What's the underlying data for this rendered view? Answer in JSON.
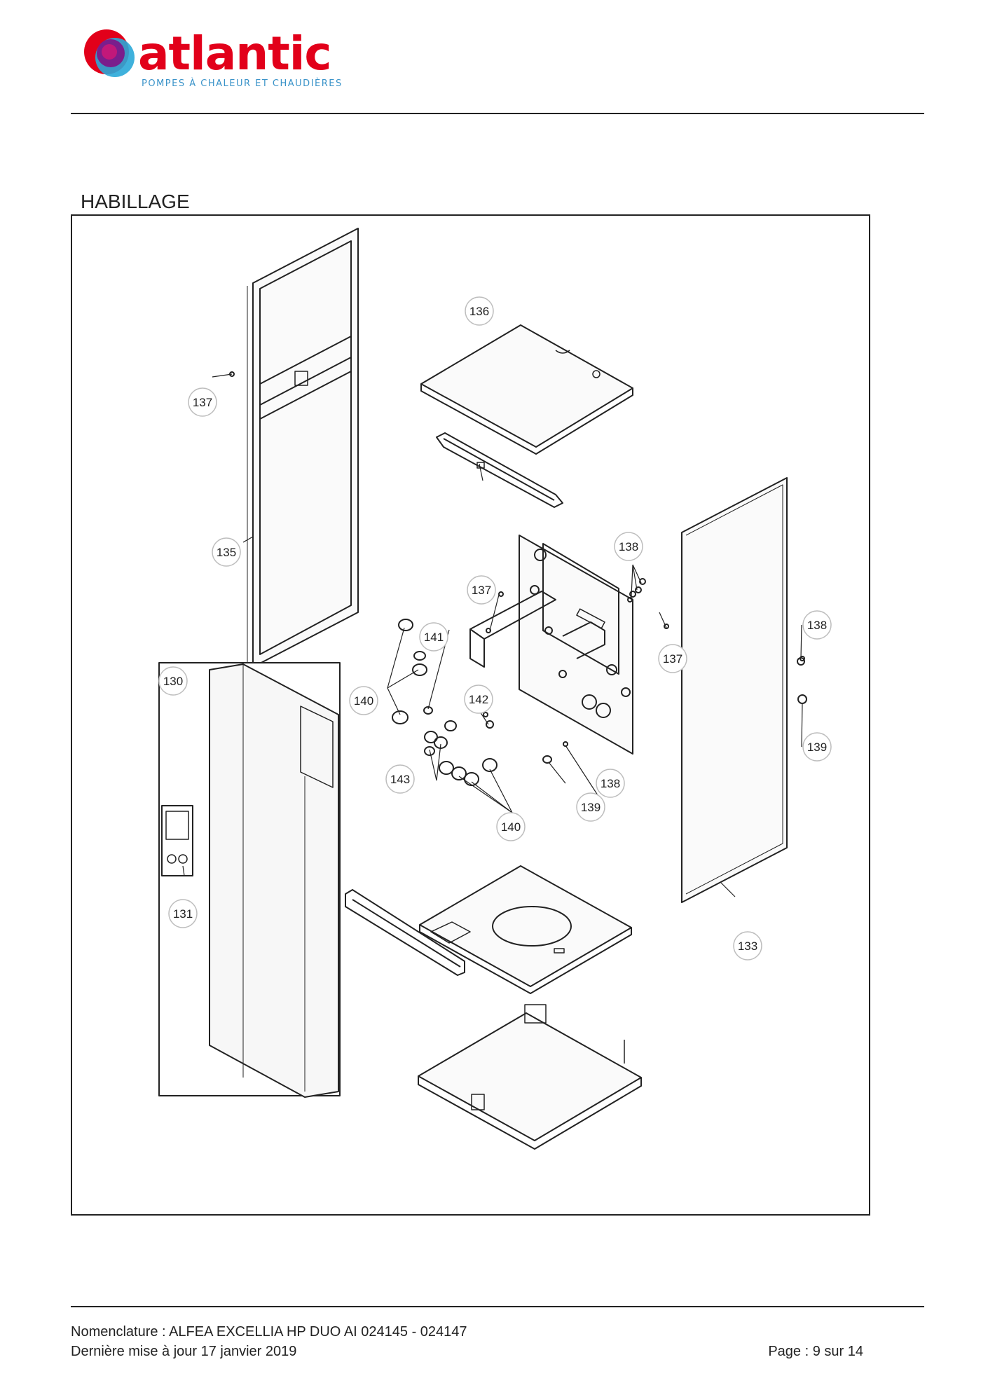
{
  "header": {
    "logo_text": "atlantic",
    "logo_tagline": "POMPES À CHALEUR ET CHAUDIÈRES",
    "brand_red": "#e2001a",
    "brand_blue": "#3a93c9"
  },
  "section": {
    "title": "HABILLAGE"
  },
  "diagram": {
    "callouts": [
      "136",
      "137",
      "135",
      "138",
      "137",
      "138",
      "141",
      "137",
      "130",
      "140",
      "142",
      "139",
      "143",
      "138",
      "139",
      "140",
      "131",
      "133"
    ]
  },
  "footer": {
    "line1": "Nomenclature : ALFEA EXCELLIA HP DUO AI 024145 - 024147",
    "line2": "Dernière mise à jour 17 janvier 2019",
    "page": "Page : 9 sur 14"
  }
}
